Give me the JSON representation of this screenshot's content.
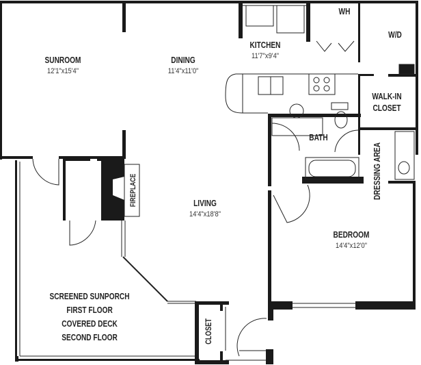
{
  "rooms": {
    "sunroom": {
      "name": "SUNROOM",
      "size": "12'1\"x15'4\""
    },
    "dining": {
      "name": "DINING",
      "size": "11'4\"x11'0\""
    },
    "kitchen": {
      "name": "KITCHEN",
      "size": "11'7\"x9'4\""
    },
    "water_heater": {
      "name": "WH"
    },
    "washer_dryer": {
      "name": "W/D"
    },
    "walk_in_closet": {
      "line1": "WALK-IN",
      "line2": "CLOSET"
    },
    "bath": {
      "name": "BATH"
    },
    "dressing_area": {
      "name": "DRESSING AREA"
    },
    "fireplace": {
      "name": "FIREPLACE"
    },
    "living": {
      "name": "LIVING",
      "size": "14'4\"x18'8\""
    },
    "bedroom": {
      "name": "BEDROOM",
      "size": "14'4\"x12'0\""
    },
    "sunporch": {
      "lines": [
        "SCREENED SUNPORCH",
        "FIRST FLOOR",
        "COVERED DECK",
        "SECOND FLOOR"
      ]
    },
    "closet": {
      "name": "CLOSET"
    }
  }
}
